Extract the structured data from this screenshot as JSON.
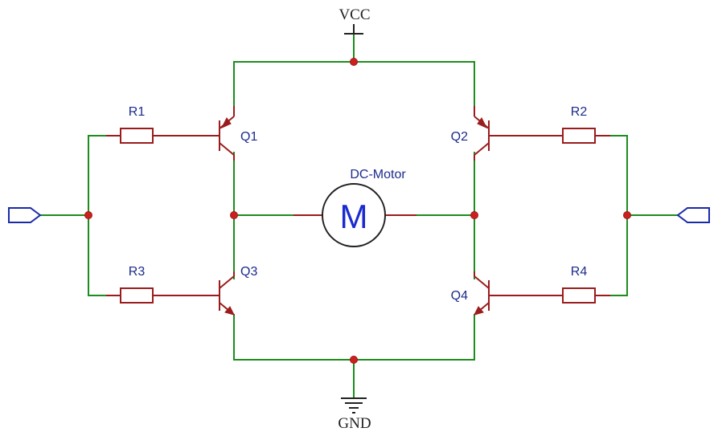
{
  "rails": {
    "supply": "VCC",
    "ground": "GND"
  },
  "motor": {
    "label": "DC-Motor",
    "symbol": "M"
  },
  "transistors": [
    "Q1",
    "Q2",
    "Q3",
    "Q4"
  ],
  "resistors": [
    "R1",
    "R2",
    "R3",
    "R4"
  ],
  "colors": {
    "wire": "#1e8c1e",
    "component": "#9b1c1c",
    "junction": "#cc1f1f",
    "label": "#1b2b8c",
    "port": "#1a2aa8",
    "motor_letter": "#1a2ad0"
  }
}
